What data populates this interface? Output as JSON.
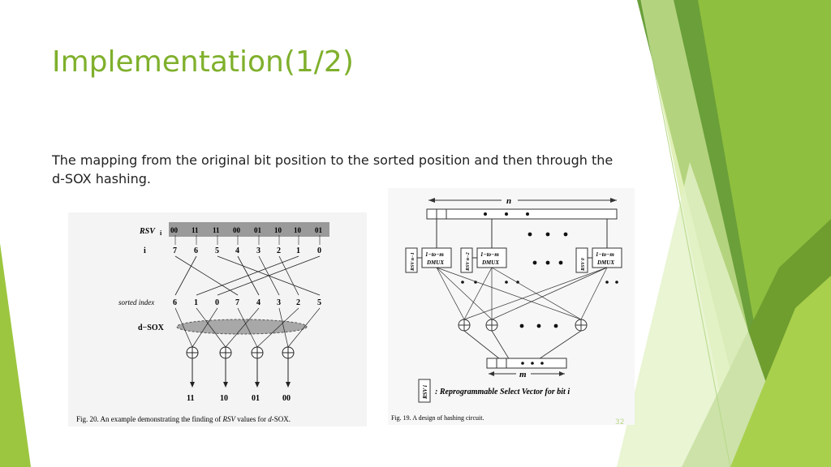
{
  "slide": {
    "title": "Implementation(1/2)",
    "body": "The mapping from the original bit position to the sorted position and then through the d-SOX hashing.",
    "page_number": "32"
  },
  "fig20": {
    "rsv_label": "RSV",
    "rsv_subscript": "i",
    "rsv_values": [
      "00",
      "11",
      "11",
      "00",
      "01",
      "10",
      "10",
      "01"
    ],
    "i_label": "i",
    "i_values": [
      "7",
      "6",
      "5",
      "4",
      "3",
      "2",
      "1",
      "0"
    ],
    "sorted_label": "sorted index",
    "sorted_values": [
      "6",
      "1",
      "0",
      "7",
      "4",
      "3",
      "2",
      "5"
    ],
    "dsox_label": "d−SOX",
    "outputs": [
      "11",
      "10",
      "01",
      "00"
    ],
    "caption_prefix": "Fig. 20.   An example demonstrating the finding of ",
    "caption_rsv": "RSV",
    "caption_mid": " values for ",
    "caption_d": "d",
    "caption_end": "-SOX."
  },
  "fig19": {
    "n_label": "n",
    "m_label": "m",
    "rsv_labels": [
      "RSV n−1",
      "RSV n−2",
      "RSV 0"
    ],
    "dmux_label_1": "1−to−m",
    "dmux_label_2": "DMUX",
    "legend_rsv": "RSV i",
    "legend_text": ":  Reprogrammable Select Vector for bit i",
    "caption": "Fig. 19.   A design of hashing circuit."
  },
  "colors": {
    "title_green": "#7fb02c",
    "accent_dark_green": "#4e8a2a",
    "accent_light_green": "#a7cf4a",
    "accent_pale_green": "#dbeec0"
  }
}
